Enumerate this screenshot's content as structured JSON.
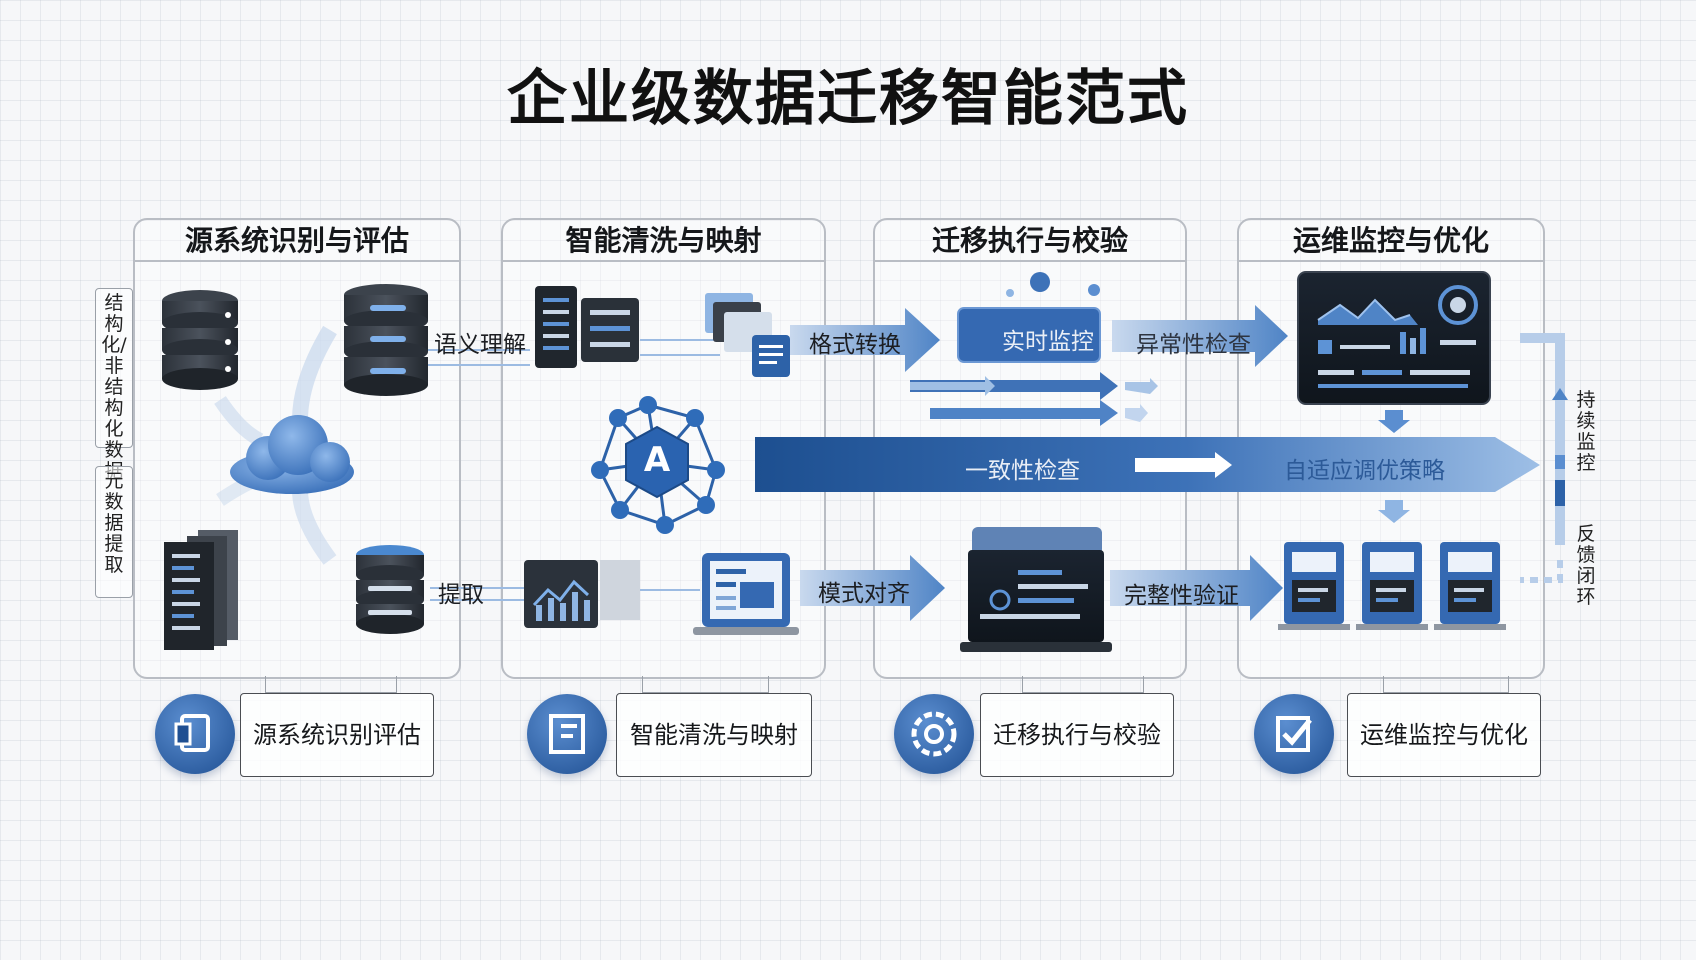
{
  "title": "企业级数据迁移智能范式",
  "stages": [
    {
      "title": "源系统识别与评估"
    },
    {
      "title": "智能清洗与映射"
    },
    {
      "title": "迁移执行与校验"
    },
    {
      "title": "运维监控与优化"
    }
  ],
  "side_labels": {
    "structured": "结构化/非结构化数据",
    "metadata": "元数据提取"
  },
  "flow_labels": {
    "semantic": "语义理解",
    "format": "格式转换",
    "realtime": "实时监控",
    "anomaly": "异常性检查",
    "consistency": "一致性检查",
    "adaptive": "自适应调优策略",
    "extract": "提取",
    "schema": "模式对齐",
    "integrity": "完整性验证",
    "ai_letter": "A"
  },
  "right_labels": {
    "continuous": "持续监控",
    "feedback": "反馈闭环"
  },
  "bottom": [
    {
      "label": "源系统识别评估",
      "icon": "document-icon"
    },
    {
      "label": "智能清洗与映射",
      "icon": "mapping-icon"
    },
    {
      "label": "迁移执行与校验",
      "icon": "gear-icon"
    },
    {
      "label": "运维监控与优化",
      "icon": "check-icon"
    }
  ],
  "colors": {
    "accent": "#2d62a8",
    "dark": "#1f2630",
    "light_blue": "#8fb5e3"
  }
}
